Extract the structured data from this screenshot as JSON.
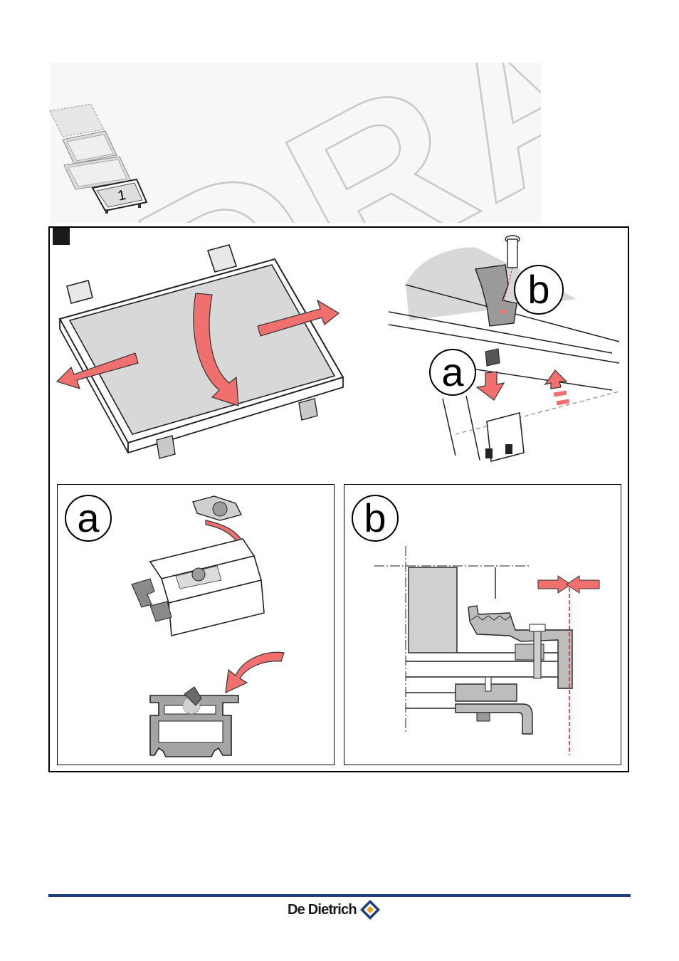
{
  "watermark": {
    "text": "DRAFT"
  },
  "module_stack": {
    "position_label": "1"
  },
  "main_detail": {
    "callout_a": "a",
    "callout_b": "b"
  },
  "panel_a": {
    "label": "a"
  },
  "panel_b": {
    "label": "b"
  },
  "colors": {
    "arrow_red": "#f07070",
    "panel_gray": "#d8d8d8",
    "metal_gray": "#bdbdbd",
    "brand_blue": "#1f3f7a",
    "brand_orange": "#f0a020"
  },
  "footer": {
    "brand_name": "De Dietrich"
  }
}
